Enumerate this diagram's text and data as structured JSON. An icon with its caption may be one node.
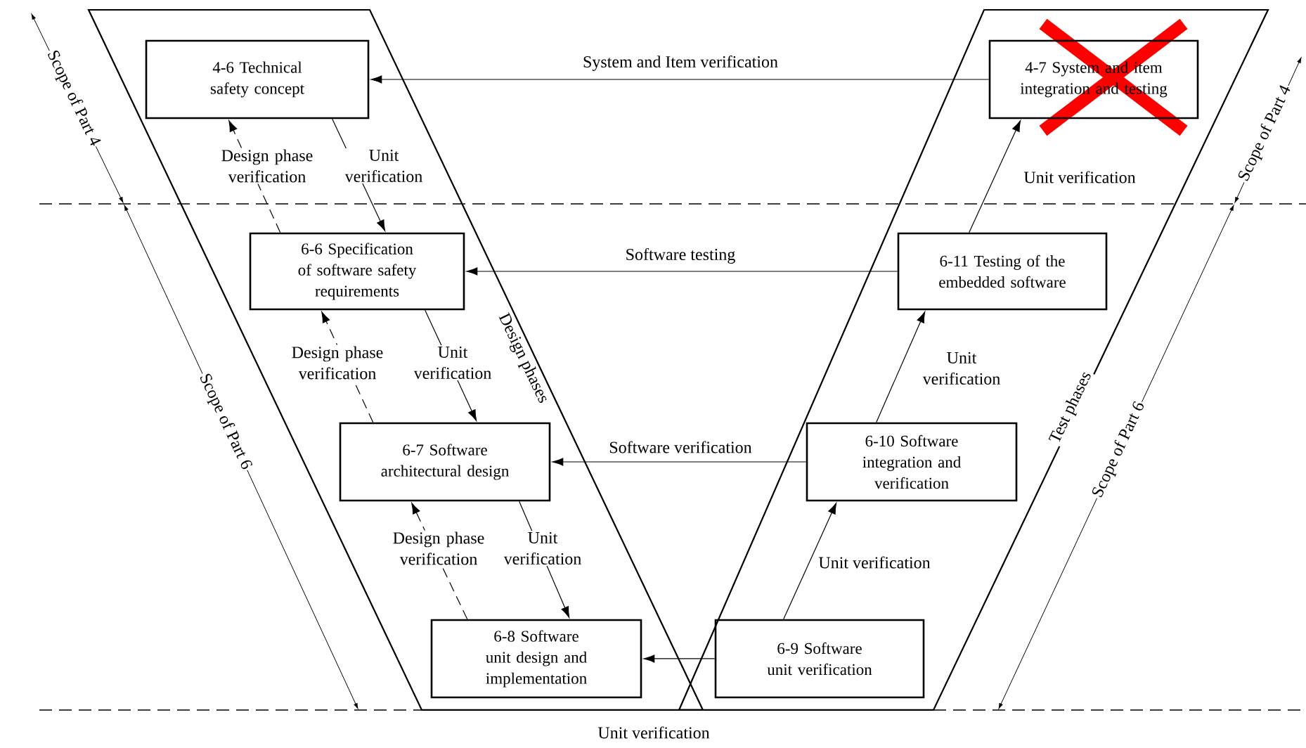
{
  "diagram": {
    "nodes": [
      {
        "text": [
          "4-6 Technical safety concept"
        ]
      },
      {
        "text": [
          "4-7 System and item integration and testing"
        ]
      },
      {
        "text": [
          "6-6 Specification of software safety requirements"
        ]
      },
      {
        "text": [
          "6-11 Testing of the embedded software"
        ]
      },
      {
        "text": [
          "6-7 Software architectural design"
        ]
      },
      {
        "text": [
          "6-10 Software integration and verification"
        ]
      },
      {
        "text": [
          "6-8 Software unit design and implementation"
        ]
      },
      {
        "text": [
          "6-9 Software unit verification"
        ]
      }
    ],
    "edges": [
      {
        "from": 1,
        "to": 0,
        "arrow": "to",
        "label": "System and Item verification"
      },
      {
        "from": 3,
        "to": 2,
        "arrow": "to",
        "label": "Software testing"
      },
      {
        "from": 5,
        "to": 4,
        "arrow": "to",
        "label": "Software verification"
      },
      {
        "from": 7,
        "to": 6,
        "arrow": "to"
      },
      {
        "from": 0,
        "to": 2,
        "arrow": "to",
        "label": "Unit verification"
      },
      {
        "from": 2,
        "to": 0,
        "arrow": "to",
        "label": "Design phase verification",
        "style": "dashed"
      },
      {
        "from": 2,
        "to": 4,
        "arrow": "to",
        "label": "Unit verification"
      },
      {
        "from": 4,
        "to": 2,
        "arrow": "to",
        "label": "Design phase verification",
        "style": "dashed"
      },
      {
        "from": 4,
        "to": 6,
        "arrow": "to",
        "label": "Unit verification"
      },
      {
        "from": 6,
        "to": 4,
        "arrow": "to",
        "label": "Design phase verification",
        "style": "dashed"
      },
      {
        "from": 7,
        "to": 5,
        "arrow": "to",
        "label": "Unit verification"
      },
      {
        "from": 5,
        "to": 3,
        "arrow": "to",
        "label": "Unit verification"
      },
      {
        "from": 3,
        "to": 1,
        "arrow": "to",
        "label": "Unit verification"
      }
    ],
    "labels": [
      "Scope of Part 4",
      "Scope of Part 4",
      "Scope of Part 6",
      "Design phases",
      "Test phases",
      "Scope of Part 6",
      "Unit verification"
    ]
  }
}
